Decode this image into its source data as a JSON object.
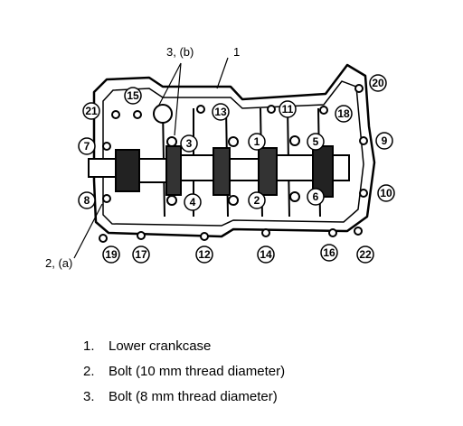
{
  "callouts": {
    "c1": "1",
    "c2a": "2, (a)",
    "c3b": "3, (b)"
  },
  "bolts": [
    "1",
    "2",
    "3",
    "4",
    "5",
    "6",
    "7",
    "8",
    "9",
    "10",
    "11",
    "12",
    "13",
    "14",
    "15",
    "16",
    "17",
    "18",
    "19",
    "20",
    "21",
    "22"
  ],
  "legend": [
    {
      "num": "1.",
      "text": "Lower crankcase"
    },
    {
      "num": "2.",
      "text": "Bolt (10 mm thread diameter)"
    },
    {
      "num": "3.",
      "text": "Bolt (8 mm thread diameter)"
    }
  ]
}
